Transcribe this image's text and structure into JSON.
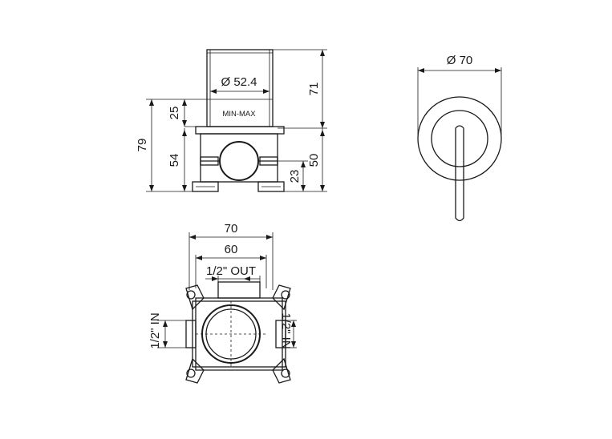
{
  "side_view": {
    "dim_diameter_body": "Ø 52.4",
    "dim_height_top": "71",
    "dim_adjust": "25",
    "label_min_max": "MIN-MAX",
    "dim_total": "79",
    "dim_lower": "54",
    "dim_base": "50",
    "dim_outlet": "23"
  },
  "handle_view": {
    "dim_diameter_plate": "Ø 70"
  },
  "plan_view": {
    "dim_width_outer": "70",
    "dim_width_inner": "60",
    "label_out": "1/2\" OUT",
    "label_in_left": "1/2\" IN",
    "label_in_right": "1/2\" IN"
  }
}
